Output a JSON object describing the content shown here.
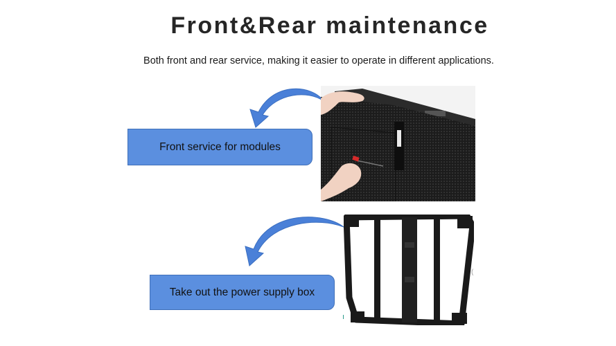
{
  "header": {
    "title": "Front&Rear maintenance",
    "subtitle": "Both front and rear service, making it easier to operate in different applications."
  },
  "sections": [
    {
      "label": "Front service for modules",
      "image": "led-cabinet-front-service-photo"
    },
    {
      "label": "Take out the power supply box",
      "image": "led-cabinet-rear-frame-photo"
    }
  ],
  "colors": {
    "label_fill": "#5b8fdf",
    "arrow_fill": "#4a80d8",
    "title_text": "#262626"
  }
}
